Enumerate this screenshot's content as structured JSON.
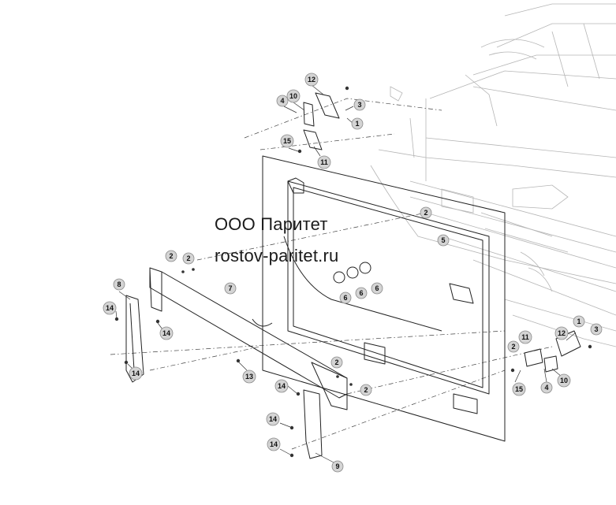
{
  "watermark": {
    "line1": "ООО Паритет",
    "line2": "rostov-paritet.ru"
  },
  "callouts": [
    {
      "label": "12"
    },
    {
      "label": "10"
    },
    {
      "label": "4"
    },
    {
      "label": "3"
    },
    {
      "label": "1"
    },
    {
      "label": "15"
    },
    {
      "label": "11"
    },
    {
      "label": "2"
    },
    {
      "label": "5"
    },
    {
      "label": "6"
    },
    {
      "label": "6"
    },
    {
      "label": "6"
    },
    {
      "label": "2"
    },
    {
      "label": "2"
    },
    {
      "label": "8"
    },
    {
      "label": "14"
    },
    {
      "label": "14"
    },
    {
      "label": "14"
    },
    {
      "label": "7"
    },
    {
      "label": "13"
    },
    {
      "label": "2"
    },
    {
      "label": "2"
    },
    {
      "label": "14"
    },
    {
      "label": "14"
    },
    {
      "label": "14"
    },
    {
      "label": "9"
    },
    {
      "label": "12"
    },
    {
      "label": "1"
    },
    {
      "label": "3"
    },
    {
      "label": "11"
    },
    {
      "label": "2"
    },
    {
      "label": "15"
    },
    {
      "label": "4"
    },
    {
      "label": "10"
    }
  ]
}
